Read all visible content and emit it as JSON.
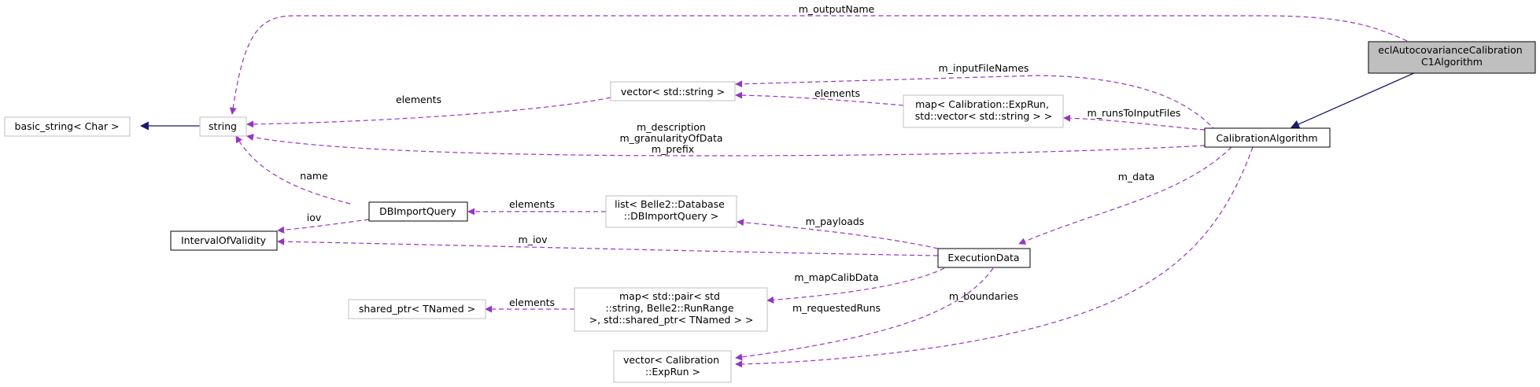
{
  "nodes": {
    "ecl": [
      "eclAutocovarianceCalibration",
      "C1Algorithm"
    ],
    "calib_algo": [
      "CalibrationAlgorithm"
    ],
    "string": [
      "string"
    ],
    "basic_string": [
      "basic_string< Char >"
    ],
    "vector_string": [
      "vector< std::string >"
    ],
    "map_exprun": [
      "map< Calibration::ExpRun,",
      "std::vector< std::string > >"
    ],
    "db_import_query": [
      "DBImportQuery"
    ],
    "list_db": [
      "list< Belle2::Database",
      "::DBImportQuery >"
    ],
    "interval_of_validity": [
      "IntervalOfValidity"
    ],
    "execution_data": [
      "ExecutionData"
    ],
    "shared_ptr": [
      "shared_ptr< TNamed >"
    ],
    "map_pair": [
      "map< std::pair< std",
      "::string, Belle2::RunRange",
      " >, std::shared_ptr< TNamed > >"
    ],
    "vector_exprun": [
      "vector< Calibration",
      "::ExpRun >"
    ]
  },
  "edge_labels": {
    "m_output_name": [
      "m_outputName"
    ],
    "m_input_file_names": [
      "m_inputFileNames"
    ],
    "vector_elements": [
      "elements"
    ],
    "map_elements": [
      "elements"
    ],
    "m_runs_to_input_files": [
      "m_runsToInputFiles"
    ],
    "m_description": [
      "m_description",
      "m_granularityOfData",
      "m_prefix"
    ],
    "name": [
      "name"
    ],
    "iov": [
      "iov"
    ],
    "list_elements": [
      "elements"
    ],
    "m_payloads": [
      "m_payloads"
    ],
    "m_data": [
      "m_data"
    ],
    "m_iov": [
      "m_iov"
    ],
    "m_map_calib_data": [
      "m_mapCalibData"
    ],
    "shared_elements": [
      "elements"
    ],
    "m_requested_runs": [
      "m_requestedRuns"
    ],
    "m_boundaries": [
      "m_boundaries"
    ]
  },
  "colors": {
    "inheritance": "#191970",
    "usage": "#9a32cd",
    "highlight_fill": "#bfbfbf",
    "normal_border": "#000000",
    "external_border": "#bfbfbf"
  }
}
